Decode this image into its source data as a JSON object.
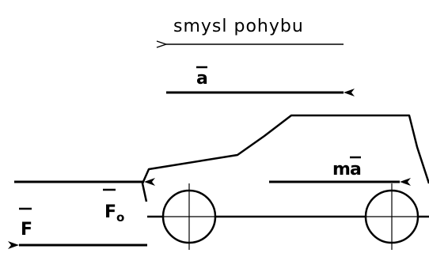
{
  "labels": {
    "motion_direction": "smysl pohybu",
    "acceleration": "a",
    "inertial_force_m": "m",
    "inertial_force_a": "a",
    "applied_force": "F",
    "resistance_force": "F",
    "resistance_force_sub": "o"
  },
  "colors": {
    "ink": "#000000",
    "background": "#ffffff"
  }
}
